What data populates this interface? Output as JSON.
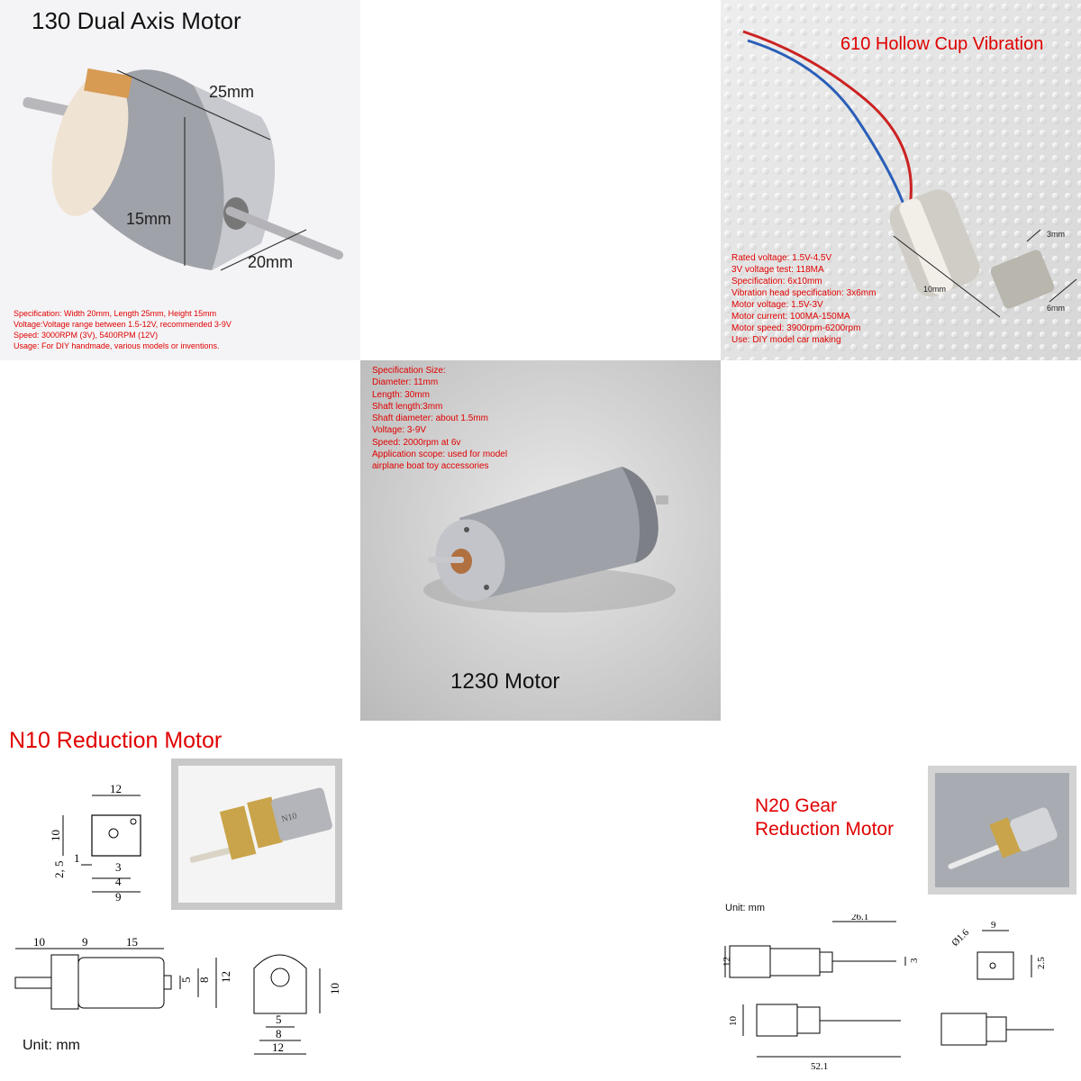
{
  "motor130": {
    "title": "130 Dual Axis Motor",
    "dim_length": "25mm",
    "dim_height": "15mm",
    "dim_width": "20mm",
    "specs": [
      "Specification: Width 20mm, Length 25mm, Height 15mm",
      "Voltage:Voltage range between 1.5-12V, recommended 3-9V",
      "Speed: 3000RPM (3V), 5400RPM (12V)",
      "Usage: For DIY handmade, various models or inventions."
    ]
  },
  "motor610": {
    "title": "610 Hollow Cup Vibration",
    "dim_a": "3mm",
    "dim_b": "10mm",
    "dim_c": "6mm",
    "specs": [
      "Rated voltage: 1.5V-4.5V",
      "3V voltage test: 118MA",
      "Specification: 6x10mm",
      "Vibration head specification: 3x6mm",
      "Motor voltage: 1.5V-3V",
      "Motor current: 100MA-150MA",
      "Motor speed: 3900rpm-6200rpm",
      "Use: DIY model car making"
    ]
  },
  "motor1230": {
    "title": "1230 Motor",
    "specs": [
      "Specification Size:",
      "Diameter: 11mm",
      "Length: 30mm",
      "Shaft length:3mm",
      "Shaft diameter: about 1.5mm",
      "Voltage: 3-9V",
      "Speed: 2000rpm at 6v",
      "Application scope: used for model",
      "airplane boat toy accessories"
    ]
  },
  "n10": {
    "title": "N10 Reduction Motor",
    "unit": "Unit: mm",
    "top_dims": [
      "12",
      "10",
      "2, 5",
      "1",
      "3",
      "4",
      "9"
    ],
    "side_dims": [
      "10",
      "9",
      "15",
      "5",
      "8",
      "12"
    ],
    "end_dims": [
      "10",
      "5",
      "8",
      "12"
    ],
    "motor_label": "N10"
  },
  "n20": {
    "title_line1": "N20 Gear",
    "title_line2": "Reduction Motor",
    "unit": "Unit: mm",
    "dims": [
      "26.1",
      "12",
      "3",
      "9",
      "Ø1.6",
      "2.5",
      "10",
      "52.1"
    ]
  },
  "colors": {
    "spec_red": "#e00000",
    "title_black": "#111111",
    "panel_gray": "#d8d8d8",
    "metal": "#a9abb0",
    "brass": "#c9a44a"
  }
}
